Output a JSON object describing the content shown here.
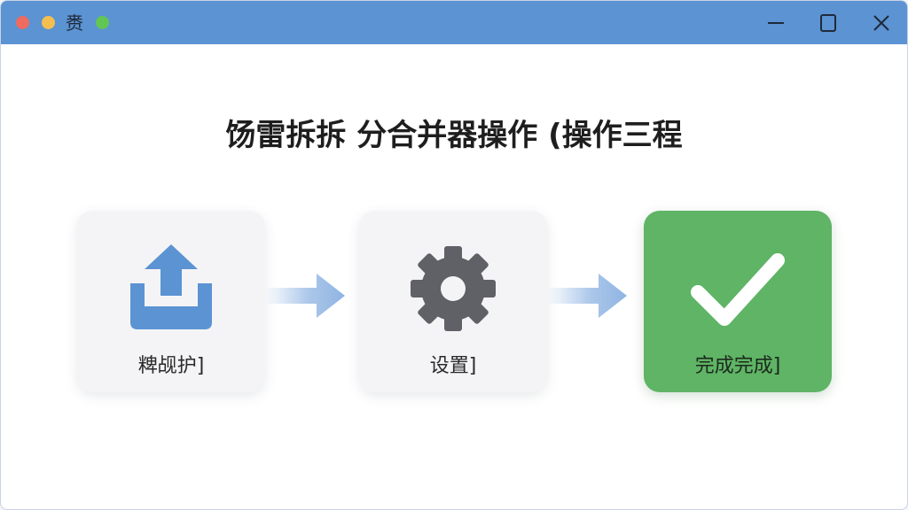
{
  "window": {
    "title": "赉"
  },
  "main": {
    "title": "饧雷拆拆 分合并器操作 (操作三程"
  },
  "steps": [
    {
      "label": "粺觇护]",
      "icon": "upload-icon"
    },
    {
      "label": "设置]",
      "icon": "gear-icon"
    },
    {
      "label": "完成完成]",
      "icon": "checkmark-icon"
    }
  ],
  "colors": {
    "titlebar": "#5b93d3",
    "upload_icon": "#5b93d3",
    "gear_icon": "#5f6166",
    "done_card": "#5fb466",
    "arrow": "#8fb4e2"
  }
}
